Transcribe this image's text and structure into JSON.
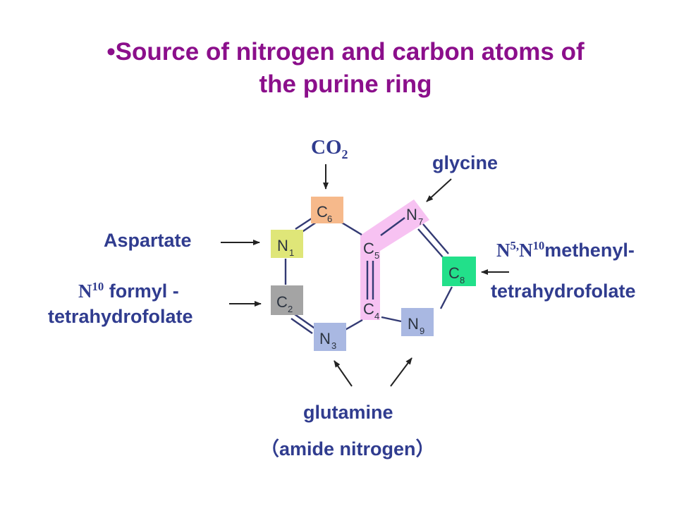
{
  "title": {
    "line1": "•Source of nitrogen and carbon atoms of",
    "line2": "the purine ring"
  },
  "labels": {
    "co2_main": "CO",
    "co2_sub": "2",
    "glycine": "glycine",
    "aspartate": "Aspartate",
    "formyl_sup": "10",
    "formyl_n": "N",
    "formyl_text": " formyl -",
    "formyl_line2": "tetrahydrofolate",
    "methenyl_n5": "N",
    "methenyl_sup5": "5,",
    "methenyl_n10": "N",
    "methenyl_sup10": "10",
    "methenyl_text": "methenyl-",
    "methenyl_line2": "tetrahydrofolate",
    "glutamine": "glutamine",
    "glutamine_paren": "（amide nitrogen）"
  },
  "atoms": [
    {
      "id": "C6",
      "letter": "C",
      "num": "6",
      "color": "#f6b98b"
    },
    {
      "id": "N1",
      "letter": "N",
      "num": "1",
      "color": "#dfe678"
    },
    {
      "id": "C2",
      "letter": "C",
      "num": "2",
      "color": "#a4a4a4"
    },
    {
      "id": "N3",
      "letter": "N",
      "num": "3",
      "color": "#a9b8e2"
    },
    {
      "id": "C4",
      "letter": "C",
      "num": "4",
      "color": "#f4c0ef"
    },
    {
      "id": "C5",
      "letter": "C",
      "num": "5",
      "color": "#f4c0ef"
    },
    {
      "id": "N7",
      "letter": "N",
      "num": "7",
      "color": "#f4c0ef"
    },
    {
      "id": "C8",
      "letter": "C",
      "num": "8",
      "color": "#22e08a"
    },
    {
      "id": "N9",
      "letter": "N",
      "num": "9",
      "color": "#a9b8e2"
    }
  ],
  "colors": {
    "title": "#8b0f8b",
    "label": "#303c8f",
    "bond": "#333a73",
    "highlight": "#f7c2f2"
  }
}
